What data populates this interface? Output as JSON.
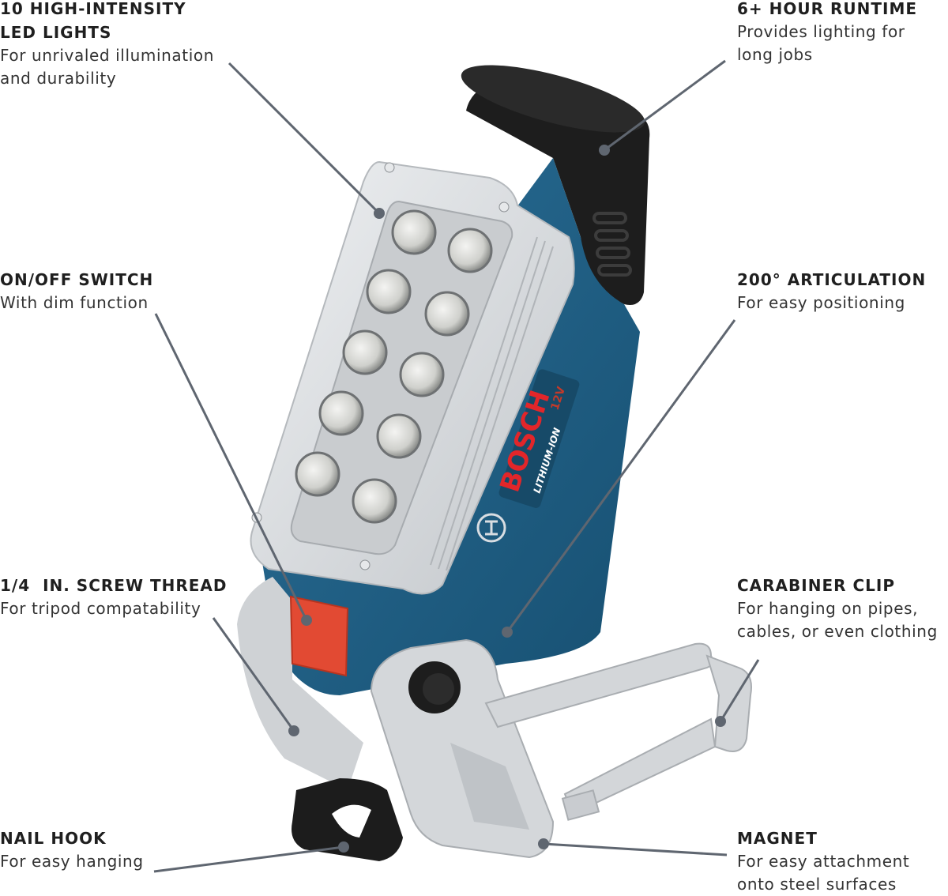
{
  "colors": {
    "leader_line": "#5f6670",
    "body_blue": "#1f5f86",
    "switch_red": "#e24a33",
    "aluminum": "#d6d9dc",
    "rubber_black": "#1c1c1c",
    "logo_red": "#e2262a"
  },
  "product": {
    "brand_logo": "BOSCH",
    "battery_label": "LITHIUM-ION",
    "voltage_badge": "12V"
  },
  "callouts": [
    {
      "id": "led",
      "title_line1": "10 HIGH-INTENSITY",
      "title_line2": "LED LIGHTS",
      "desc_line1": "For unrivaled illumination",
      "desc_line2": "and durability"
    },
    {
      "id": "runtime",
      "title_line1": "6+ HOUR RUNTIME",
      "desc_line1": "Provides lighting for",
      "desc_line2": "long jobs"
    },
    {
      "id": "switch",
      "title_line1": "ON/OFF SWITCH",
      "desc_line1": "With dim function"
    },
    {
      "id": "articulation",
      "title_line1": "200° ARTICULATION",
      "desc_line1": "For easy positioning"
    },
    {
      "id": "screw",
      "title_line1": "1/4  IN. SCREW THREAD",
      "desc_line1": "For tripod compatability"
    },
    {
      "id": "carabiner",
      "title_line1": "CARABINER CLIP",
      "desc_line1": "For hanging on pipes,",
      "desc_line2": "cables, or even clothing"
    },
    {
      "id": "nailhook",
      "title_line1": "NAIL HOOK",
      "desc_line1": "For easy hanging"
    },
    {
      "id": "magnet",
      "title_line1": "MAGNET",
      "desc_line1": "For easy attachment",
      "desc_line2": "onto steel surfaces"
    }
  ]
}
